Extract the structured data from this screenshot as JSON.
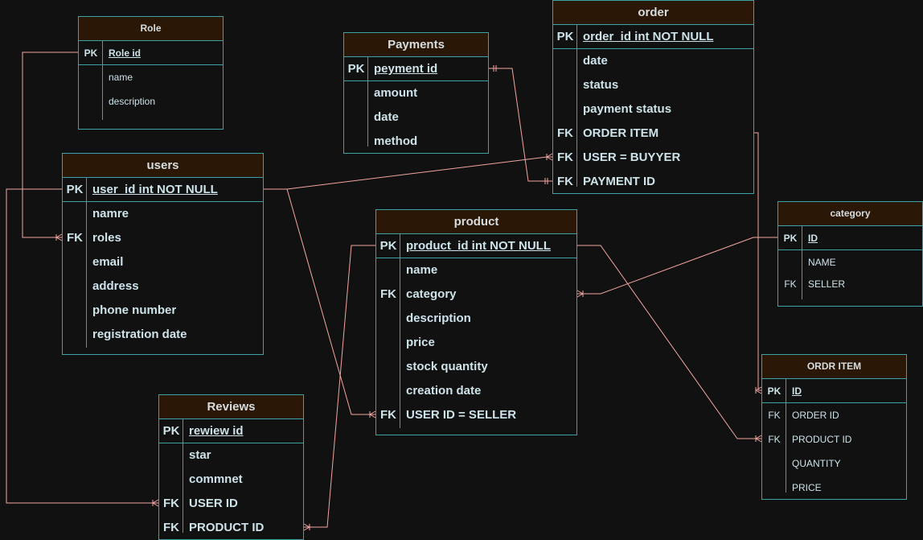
{
  "diagram": {
    "tables": [
      {
        "id": "role",
        "title": "Role",
        "style": "small",
        "rows": [
          {
            "key": "PK",
            "name": "Role id",
            "pk": true
          },
          {
            "key": "",
            "name": "name"
          },
          {
            "key": "",
            "name": "description"
          }
        ]
      },
      {
        "id": "payments",
        "title": "Payments",
        "style": "big",
        "rows": [
          {
            "key": "PK",
            "name": "peyment id",
            "pk": true
          },
          {
            "key": "",
            "name": "amount"
          },
          {
            "key": "",
            "name": "date"
          },
          {
            "key": "",
            "name": "method"
          }
        ]
      },
      {
        "id": "order",
        "title": "order",
        "style": "big",
        "rows": [
          {
            "key": "PK",
            "name": "order_id int NOT NULL",
            "pk": true
          },
          {
            "key": "",
            "name": "date"
          },
          {
            "key": "",
            "name": "status"
          },
          {
            "key": "",
            "name": "payment status"
          },
          {
            "key": "FK",
            "name": "ORDER ITEM"
          },
          {
            "key": "FK",
            "name": "USER = BUYYER"
          },
          {
            "key": "FK",
            "name": "PAYMENT ID"
          }
        ]
      },
      {
        "id": "users",
        "title": "users",
        "style": "big",
        "rows": [
          {
            "key": "PK",
            "name": "user_id int NOT NULL",
            "pk": true
          },
          {
            "key": "",
            "name": "namre"
          },
          {
            "key": "FK",
            "name": "roles"
          },
          {
            "key": "",
            "name": "email"
          },
          {
            "key": "",
            "name": "address"
          },
          {
            "key": "",
            "name": "phone number"
          },
          {
            "key": "",
            "name": "registration date"
          }
        ]
      },
      {
        "id": "product",
        "title": "product",
        "style": "big",
        "rows": [
          {
            "key": "PK",
            "name": "product_id int NOT NULL",
            "pk": true
          },
          {
            "key": "",
            "name": "name"
          },
          {
            "key": "FK",
            "name": "category"
          },
          {
            "key": "",
            "name": "description"
          },
          {
            "key": "",
            "name": "price"
          },
          {
            "key": "",
            "name": "stock quantity"
          },
          {
            "key": "",
            "name": "creation date"
          },
          {
            "key": "FK",
            "name": "USER ID = SELLER"
          }
        ]
      },
      {
        "id": "category",
        "title": "category",
        "style": "small",
        "rows": [
          {
            "key": "PK",
            "name": "ID",
            "pk": true
          },
          {
            "key": "",
            "name": "NAME"
          },
          {
            "key": "FK",
            "name": "SELLER"
          }
        ]
      },
      {
        "id": "reviews",
        "title": "Reviews",
        "style": "big",
        "rows": [
          {
            "key": "PK",
            "name": "rewiew id",
            "pk": true
          },
          {
            "key": "",
            "name": "star"
          },
          {
            "key": "",
            "name": "commnet"
          },
          {
            "key": "FK",
            "name": "USER ID"
          },
          {
            "key": "FK",
            "name": "PRODUCT ID"
          }
        ]
      },
      {
        "id": "order_item",
        "title": "ORDR ITEM",
        "style": "small",
        "rows": [
          {
            "key": "PK",
            "name": "ID",
            "pk": true
          },
          {
            "key": "FK",
            "name": "ORDER ID"
          },
          {
            "key": "FK",
            "name": "PRODUCT ID"
          },
          {
            "key": "",
            "name": "QUANTITY"
          },
          {
            "key": "",
            "name": "PRICE"
          }
        ]
      }
    ],
    "relationships": [
      {
        "name": "role-to-users-roles",
        "from": "role.Role id",
        "to": "users.roles",
        "end": "many"
      },
      {
        "name": "payments-to-order-payment-id",
        "from": "payments.peyment id",
        "to": "order.PAYMENT ID",
        "end": "one"
      },
      {
        "name": "users-to-order-buyer",
        "from": "users.user_id",
        "to": "order.USER = BUYYER",
        "end": "many"
      },
      {
        "name": "users-to-product-seller",
        "from": "users.user_id",
        "to": "product.USER ID = SELLER",
        "end": "many"
      },
      {
        "name": "users-to-reviews-user-id",
        "from": "users.user_id",
        "to": "reviews.USER ID",
        "end": "many"
      },
      {
        "name": "product-to-reviews-product-id",
        "from": "product.product_id",
        "to": "reviews.PRODUCT ID",
        "end": "many"
      },
      {
        "name": "category-to-product-category",
        "from": "category.ID",
        "to": "product.category",
        "end": "many"
      },
      {
        "name": "product-to-order-item-product-id",
        "from": "product.product_id",
        "to": "order_item.PRODUCT ID",
        "end": "many"
      },
      {
        "name": "order-to-order-item",
        "from": "order.ORDER ITEM",
        "to": "order_item.ID",
        "end": "many"
      }
    ],
    "colors": {
      "border": "#3aa3a3",
      "header": "#2a1705",
      "line": "#f4a6a0",
      "background": "#111111",
      "text": "#cde3ea"
    }
  }
}
